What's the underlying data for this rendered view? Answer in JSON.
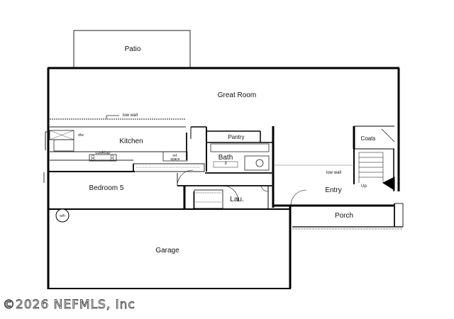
{
  "rooms": {
    "patio": "Patio",
    "great_room": "Great Room",
    "kitchen": "Kitchen",
    "pantry": "Pantry",
    "bath": "Bath",
    "bath_number": "3",
    "bedroom": "Bedroom 5",
    "laundry": "Lau.",
    "coats": "Coats",
    "entry": "Entry",
    "porch": "Porch",
    "garage": "Garage"
  },
  "labels": {
    "low_wall_kitchen": "low wall",
    "low_wall_entry": "low wall",
    "dw": "d/w",
    "cooktop": "cooktop",
    "ref_space_1": "ref.",
    "ref_space_2": "space",
    "up": "Up",
    "wh": "w/h"
  },
  "watermark": "©2026 NEFMLS, Inc"
}
